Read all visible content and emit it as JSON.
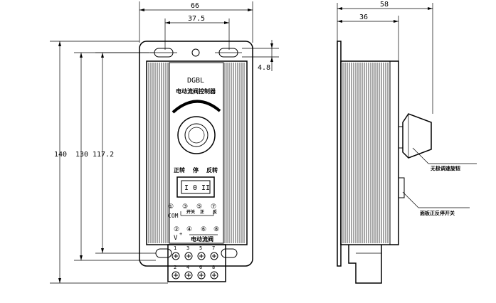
{
  "dimensions": {
    "width_total": "66",
    "width_holes": "37.5",
    "height_total": "140",
    "height_mid": "130",
    "height_inner": "117.2",
    "hole_size": "4.8",
    "depth_total": "58",
    "depth_body": "36"
  },
  "front": {
    "model": "DGBL",
    "product_name": "电动流阀控制器",
    "switch_labels": [
      "正转",
      "停",
      "反转"
    ],
    "switch_positions": [
      "I",
      "0",
      "II"
    ],
    "com_label": "COM",
    "vplus_label": "V",
    "vplus_sup": "+",
    "motor_label": "电动流阀",
    "circles_top": [
      "①",
      "③",
      "⑤",
      "⑦"
    ],
    "circles_top_sub": [
      "开关",
      "正",
      "反"
    ],
    "circles_bottom": [
      "②",
      "④",
      "⑥",
      "⑧"
    ],
    "terminal_top": [
      "1",
      "3",
      "5",
      "7"
    ],
    "terminal_bottom": [
      "2",
      "4",
      "6",
      "8"
    ]
  },
  "side": {
    "knob_callout": "无极调速旋钮",
    "switch_callout": "面板正反停开关"
  }
}
